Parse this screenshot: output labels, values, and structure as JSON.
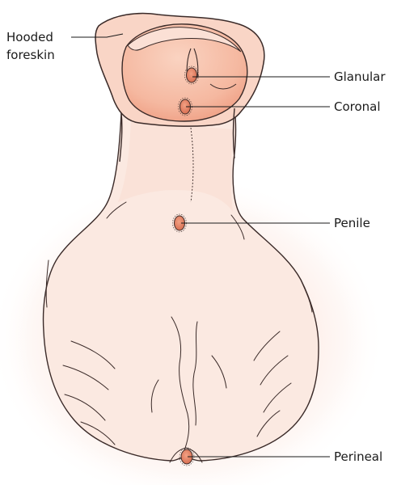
{
  "labels": {
    "hooded_foreskin_line1": "Hooded",
    "hooded_foreskin_line2": "foreskin",
    "glanular": "Glanular",
    "coronal": "Coronal",
    "penile": "Penile",
    "perineal": "Perineal"
  },
  "colors": {
    "skin": "#fbe9e1",
    "skin_shadow": "#f6d2c4",
    "glans": "#f5b8a0",
    "glans_light": "#f9cdb9",
    "opening": "#e98a6c",
    "halo": "#fbd8cf",
    "outline": "#3a2a28",
    "leader_line": "#1a1a1a"
  }
}
